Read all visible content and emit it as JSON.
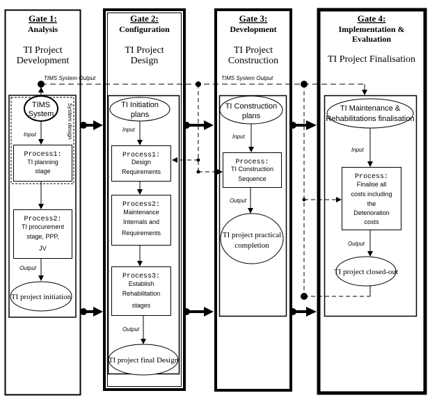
{
  "colors": {
    "stroke": "#000000",
    "background": "#ffffff"
  },
  "gates": [
    {
      "title": "Gate 1:",
      "subtitle": [
        "Analysis"
      ],
      "phase": [
        "TI Project",
        "Development"
      ]
    },
    {
      "title": "Gate 2:",
      "subtitle": [
        "Configuration"
      ],
      "phase": [
        "TI Project",
        "Design"
      ]
    },
    {
      "title": "Gate 3:",
      "subtitle": [
        "Development"
      ],
      "phase": [
        "TI Project",
        "Construction"
      ]
    },
    {
      "title": "Gate 4:",
      "subtitle": [
        "Implementation &",
        "Evaluation"
      ],
      "phase": [
        "TI Project Finalisation"
      ]
    }
  ],
  "labels": {
    "tims_output_1": "TIMS  System  Output",
    "tims_output_2": "TIMS  System  Output",
    "system_design": "System design",
    "input": "Input",
    "output": "Output"
  },
  "gate1": {
    "ellipse": [
      "TIMS",
      "System"
    ],
    "process1": {
      "head": "Process1:",
      "body": [
        "TI planning",
        "stage"
      ]
    },
    "process2": {
      "head": "Process2:",
      "body": [
        "TI procurement",
        "stage,  PPP,",
        "JV"
      ]
    },
    "result": "TI project initiation"
  },
  "gate2": {
    "ellipse": [
      "TI Initiation",
      "plans"
    ],
    "process1": {
      "head": "Process1:",
      "body": [
        "Design",
        "Requirements"
      ]
    },
    "process2": {
      "head": "Process2:",
      "body": [
        "Maintenance",
        "Internals  and",
        "Requirements"
      ]
    },
    "process3": {
      "head": "Process3:",
      "body": [
        "Establish",
        "Rehabilitation",
        "stages"
      ]
    },
    "result": "TI project final Design"
  },
  "gate3": {
    "ellipse": [
      "TI Construction",
      "plans"
    ],
    "process": {
      "head": "Process:",
      "body": [
        "TI  Construction",
        "Sequence"
      ]
    },
    "result": [
      "TI project practical",
      "completion"
    ]
  },
  "gate4": {
    "ellipse": [
      "TI Maintenance &",
      "Rehabilitations finalisation"
    ],
    "process": {
      "head": "Process:",
      "body": [
        "Finalise  all",
        "costs  including",
        "the",
        "Deterioration",
        "costs"
      ]
    },
    "result": "TI project closed-out"
  }
}
